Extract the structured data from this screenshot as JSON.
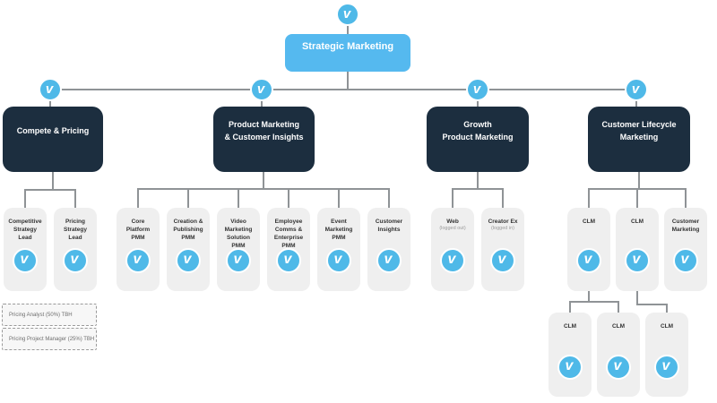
{
  "logo": {
    "glyph": "v",
    "name": "vimeo"
  },
  "colors": {
    "vimeo_blue": "#4FB9E8",
    "root_blue": "#55B9EF",
    "dark_navy": "#1C2E3F",
    "node_gray": "#EFEFEF",
    "connector_gray": "#8f9396"
  },
  "root": {
    "title": "Strategic Marketing"
  },
  "departments": [
    {
      "id": "compete-pricing",
      "lines": [
        "Compete & Pricing"
      ],
      "children": [
        {
          "title": "Competitive Strategy Lead"
        },
        {
          "title": "Pricing Strategy Lead"
        }
      ]
    },
    {
      "id": "product-marketing-customer-insights",
      "lines": [
        "Product Marketing",
        "& Customer Insights"
      ],
      "children": [
        {
          "title": "Core Platform PMM"
        },
        {
          "title": "Creation & Publishing PMM"
        },
        {
          "title": "Video Marketing Solution PMM"
        },
        {
          "title": "Employee Comms & Enterprise PMM"
        },
        {
          "title": "Event Marketing PMM"
        },
        {
          "title": "Customer Insights"
        }
      ]
    },
    {
      "id": "growth-product-marketing",
      "lines": [
        "Growth",
        "Product Marketing"
      ],
      "children": [
        {
          "title": "Web",
          "subtitle": "(logged out)"
        },
        {
          "title": "Creator Ex",
          "subtitle": "(logged in)"
        }
      ]
    },
    {
      "id": "customer-lifecycle-marketing",
      "lines": [
        "Customer Lifecycle",
        "Marketing"
      ],
      "children": [
        {
          "title": "CLM"
        },
        {
          "title": "CLM"
        },
        {
          "title": "Customer Marketing"
        }
      ],
      "grandchildren": [
        {
          "title": "CLM"
        },
        {
          "title": "CLM"
        },
        {
          "title": "CLM"
        }
      ]
    }
  ],
  "notes": [
    {
      "text": "Pricing Analyst (50%) TBH"
    },
    {
      "text": "Pricing Project Manager (25%) TBH"
    }
  ]
}
